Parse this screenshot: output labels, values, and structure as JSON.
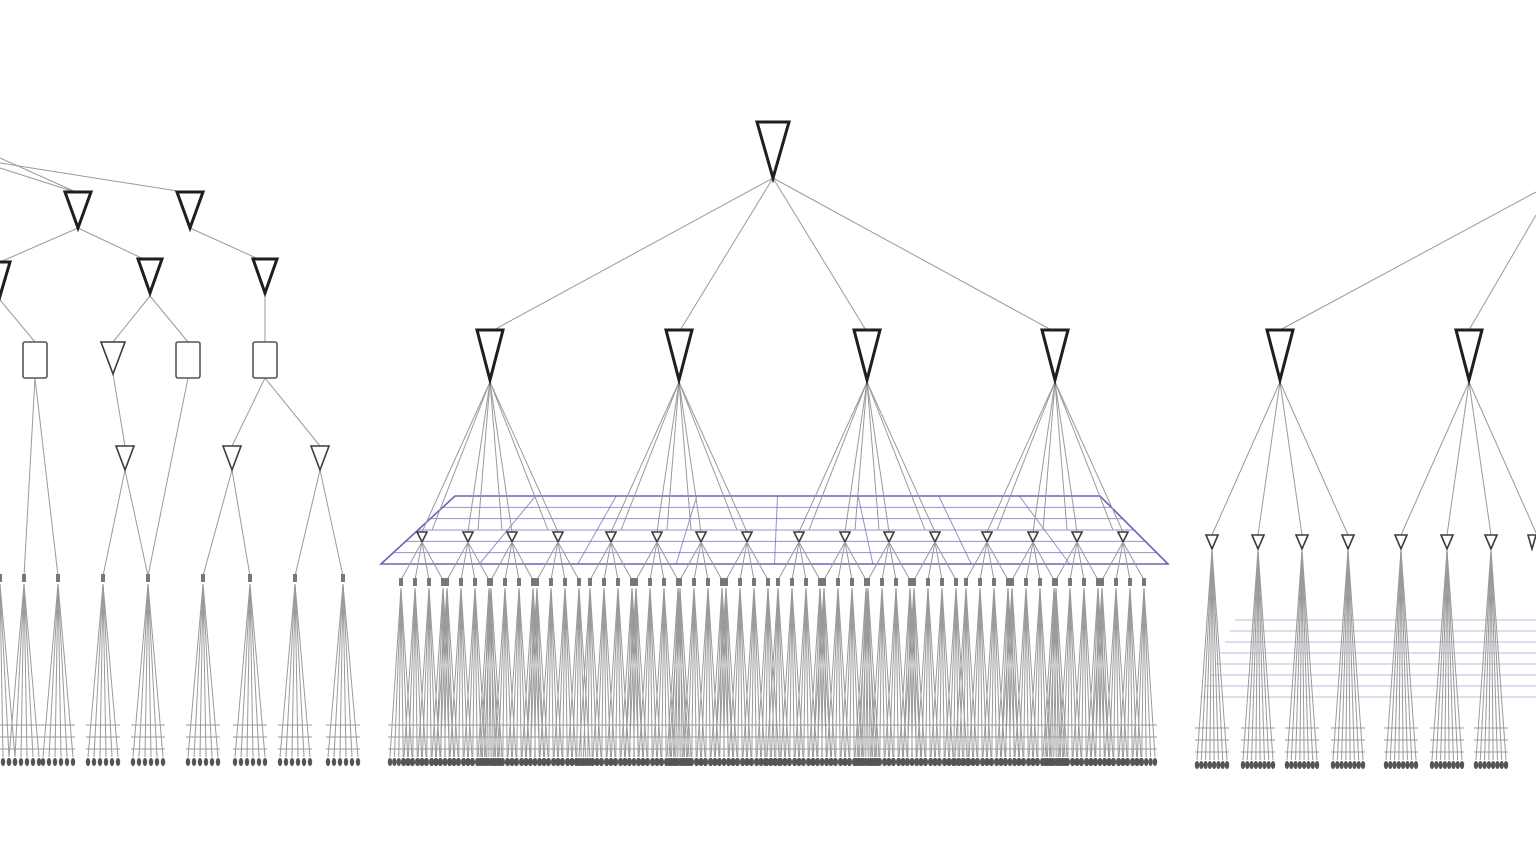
{
  "figure": {
    "panels": [
      {
        "id": "left",
        "node_shapes": [
          "triangle",
          "square"
        ],
        "overlay_plane": false
      },
      {
        "id": "middle",
        "node_shapes": [
          "triangle"
        ],
        "overlay_plane": true
      },
      {
        "id": "right",
        "node_shapes": [
          "triangle"
        ],
        "overlay_plane": true
      }
    ],
    "colors": {
      "edge": "#9a9a9a",
      "node_stroke": "#1e1e1e",
      "plane": "#6b63b5",
      "leaf": "#555555"
    }
  }
}
